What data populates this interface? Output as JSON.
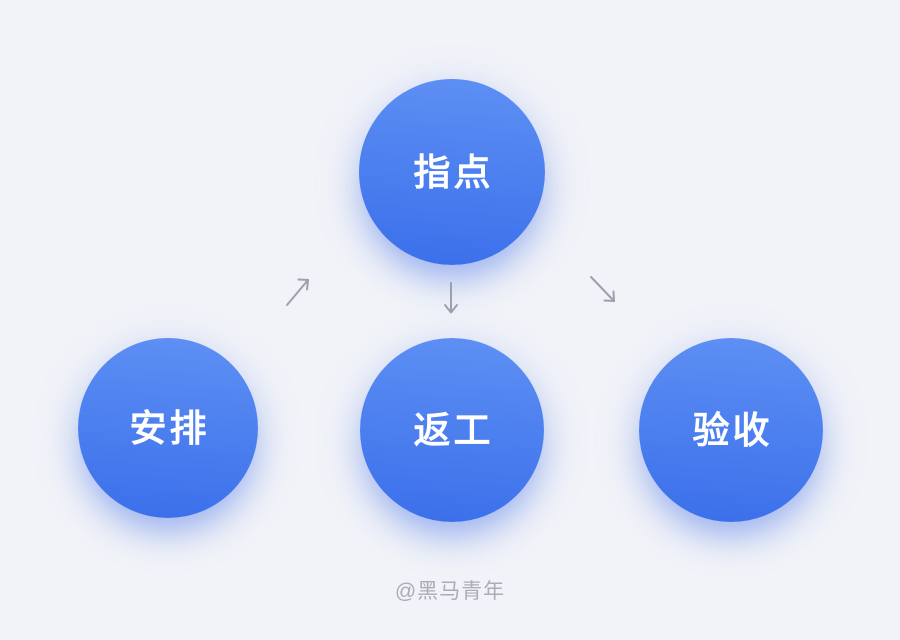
{
  "diagram": {
    "nodes": [
      {
        "id": "top",
        "label": "指点"
      },
      {
        "id": "bottom-left",
        "label": "安排"
      },
      {
        "id": "bottom-center",
        "label": "返工"
      },
      {
        "id": "bottom-right",
        "label": "验收"
      }
    ],
    "arrows": [
      {
        "name": "arrow-up-right",
        "direction": "up-right"
      },
      {
        "name": "arrow-down",
        "direction": "down"
      },
      {
        "name": "arrow-down-right",
        "direction": "down-right"
      }
    ],
    "colors": {
      "background": "#F1F3F8",
      "circle_gradient_start": "#5E90F4",
      "circle_gradient_end": "#3B6FEA",
      "circle_text": "#FFFFFF",
      "arrow": "#9AA1AD",
      "watermark": "#A9ADB5"
    }
  },
  "watermark": {
    "text": "@黑马青年"
  }
}
